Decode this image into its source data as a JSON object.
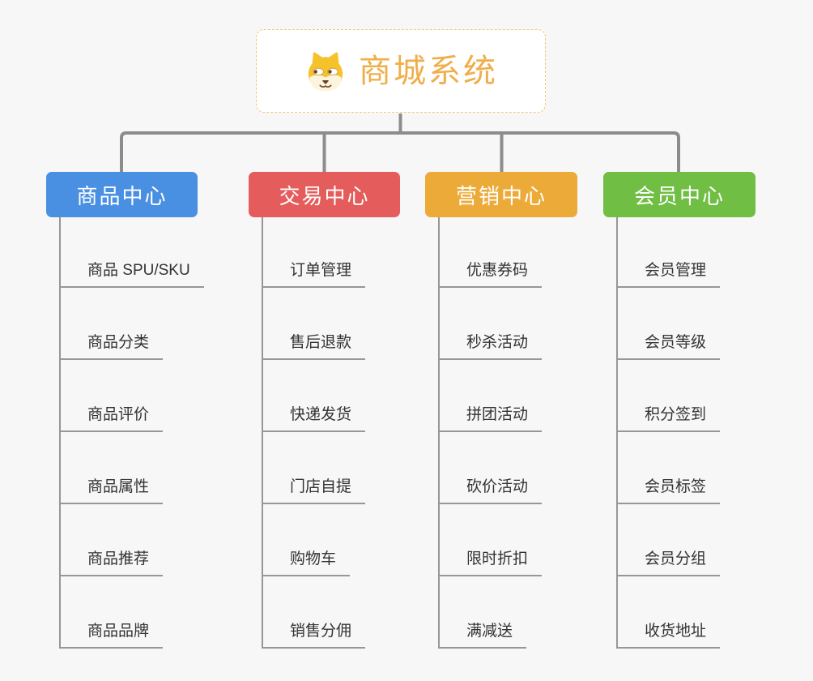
{
  "root": {
    "label": "商城系统",
    "icon": "dog-face-icon",
    "text_color": "#f0ae4b",
    "border_color": "#f3c677",
    "background": "#ffffff"
  },
  "lines": {
    "connector_color": "#8c8c8c",
    "leaf_line_color": "#979797"
  },
  "page_background": "#f7f7f7",
  "branches": [
    {
      "label": "商品中心",
      "color": "#4a90e2",
      "children": [
        "商品 SPU/SKU",
        "商品分类",
        "商品评价",
        "商品属性",
        "商品推荐",
        "商品品牌"
      ]
    },
    {
      "label": "交易中心",
      "color": "#e45c5c",
      "children": [
        "订单管理",
        "售后退款",
        "快递发货",
        "门店自提",
        "购物车",
        "销售分佣"
      ]
    },
    {
      "label": "营销中心",
      "color": "#ecab39",
      "children": [
        "优惠券码",
        "秒杀活动",
        "拼团活动",
        "砍价活动",
        "限时折扣",
        "满减送"
      ]
    },
    {
      "label": "会员中心",
      "color": "#70be44",
      "children": [
        "会员管理",
        "会员等级",
        "积分签到",
        "会员标签",
        "会员分组",
        "收货地址"
      ]
    }
  ]
}
